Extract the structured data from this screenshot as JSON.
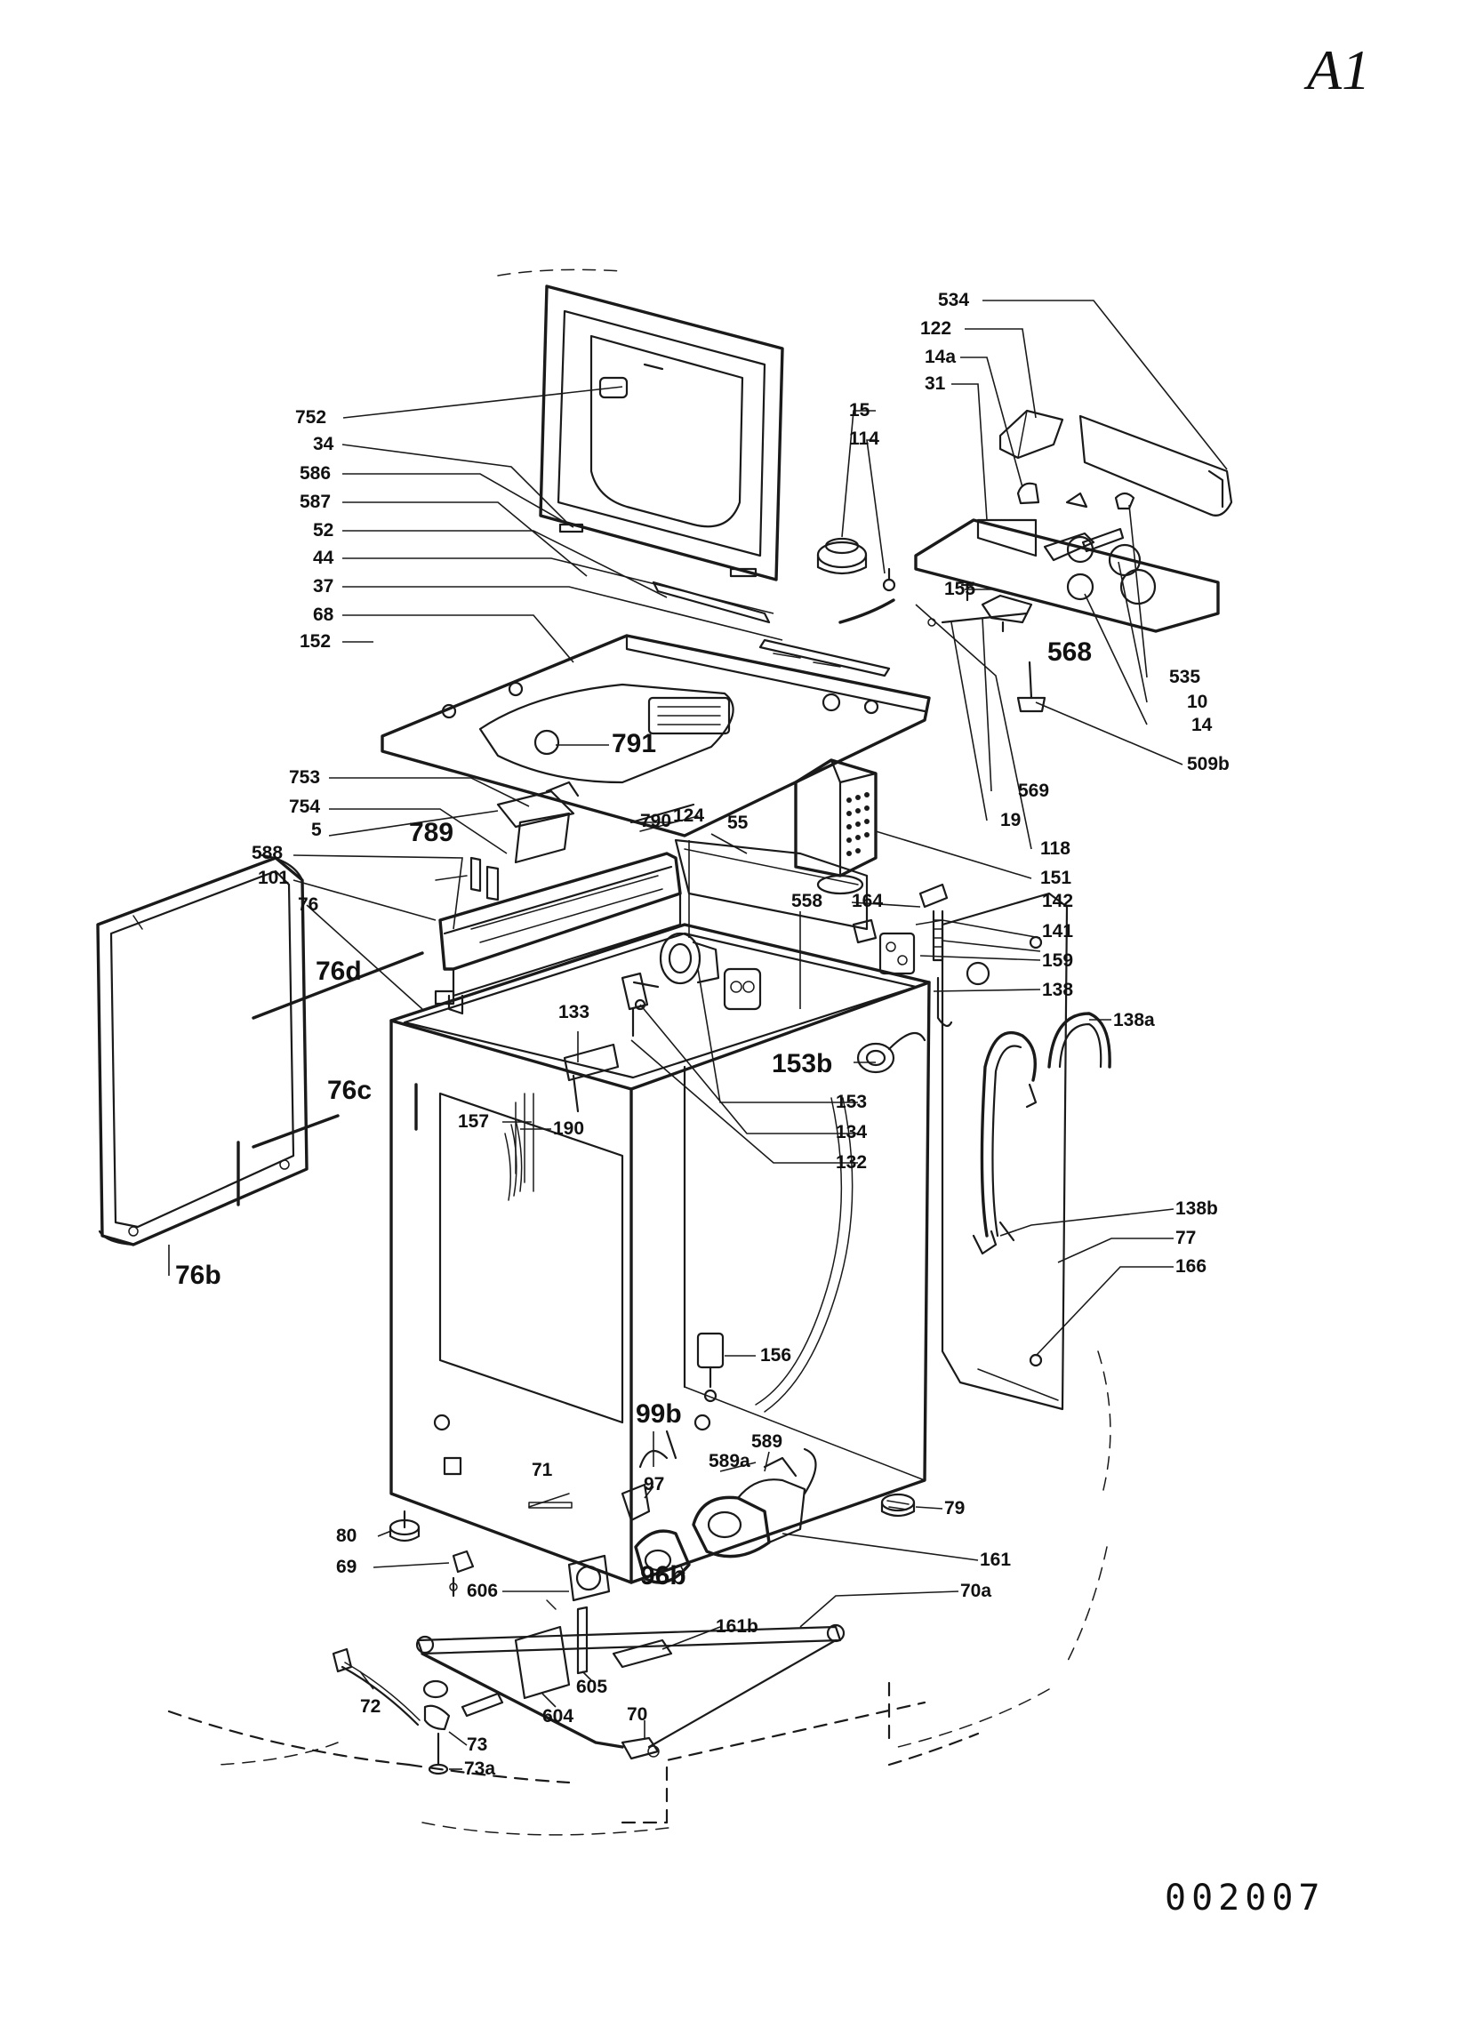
{
  "sheet_id": "A1",
  "document_number": "002007",
  "callouts": [
    {
      "id": "c534",
      "text": "534"
    },
    {
      "id": "c122",
      "text": "122"
    },
    {
      "id": "c14a",
      "text": "14a"
    },
    {
      "id": "c31",
      "text": "31"
    },
    {
      "id": "c15",
      "text": "15"
    },
    {
      "id": "c114",
      "text": "114"
    },
    {
      "id": "c155",
      "text": "155"
    },
    {
      "id": "c568",
      "text": "568"
    },
    {
      "id": "c535",
      "text": "535"
    },
    {
      "id": "c10",
      "text": "10"
    },
    {
      "id": "c14",
      "text": "14"
    },
    {
      "id": "c509b",
      "text": "509b"
    },
    {
      "id": "c569",
      "text": "569"
    },
    {
      "id": "c19",
      "text": "19"
    },
    {
      "id": "c118",
      "text": "118"
    },
    {
      "id": "c151",
      "text": "151"
    },
    {
      "id": "c752",
      "text": "752"
    },
    {
      "id": "c34",
      "text": "34"
    },
    {
      "id": "c586",
      "text": "586"
    },
    {
      "id": "c587",
      "text": "587"
    },
    {
      "id": "c52",
      "text": "52"
    },
    {
      "id": "c44",
      "text": "44"
    },
    {
      "id": "c37",
      "text": "37"
    },
    {
      "id": "c68",
      "text": "68"
    },
    {
      "id": "c152",
      "text": "152"
    },
    {
      "id": "c791",
      "text": "791"
    },
    {
      "id": "c753",
      "text": "753"
    },
    {
      "id": "c754",
      "text": "754"
    },
    {
      "id": "c5",
      "text": "5"
    },
    {
      "id": "c789",
      "text": "789"
    },
    {
      "id": "c790",
      "text": "790"
    },
    {
      "id": "c124",
      "text": "124"
    },
    {
      "id": "c55",
      "text": "55"
    },
    {
      "id": "c588",
      "text": "588"
    },
    {
      "id": "c101",
      "text": "101"
    },
    {
      "id": "c76",
      "text": "76"
    },
    {
      "id": "c76d",
      "text": "76d"
    },
    {
      "id": "c76c",
      "text": "76c"
    },
    {
      "id": "c76b",
      "text": "76b"
    },
    {
      "id": "c558",
      "text": "558"
    },
    {
      "id": "c164",
      "text": "164"
    },
    {
      "id": "c142",
      "text": "142"
    },
    {
      "id": "c141",
      "text": "141"
    },
    {
      "id": "c159",
      "text": "159"
    },
    {
      "id": "c138",
      "text": "138"
    },
    {
      "id": "c138a",
      "text": "138a"
    },
    {
      "id": "c133",
      "text": "133"
    },
    {
      "id": "c153b",
      "text": "153b"
    },
    {
      "id": "c153",
      "text": "153"
    },
    {
      "id": "c134",
      "text": "134"
    },
    {
      "id": "c132",
      "text": "132"
    },
    {
      "id": "c157",
      "text": "157"
    },
    {
      "id": "c190",
      "text": "190"
    },
    {
      "id": "c138b",
      "text": "138b"
    },
    {
      "id": "c77",
      "text": "77"
    },
    {
      "id": "c166",
      "text": "166"
    },
    {
      "id": "c156",
      "text": "156"
    },
    {
      "id": "c99b",
      "text": "99b"
    },
    {
      "id": "c589",
      "text": "589"
    },
    {
      "id": "c589a",
      "text": "589a"
    },
    {
      "id": "c97",
      "text": "97"
    },
    {
      "id": "c71",
      "text": "71"
    },
    {
      "id": "c79",
      "text": "79"
    },
    {
      "id": "c80",
      "text": "80"
    },
    {
      "id": "c69",
      "text": "69"
    },
    {
      "id": "c161",
      "text": "161"
    },
    {
      "id": "c96b",
      "text": "96b"
    },
    {
      "id": "c70a",
      "text": "70a"
    },
    {
      "id": "c606",
      "text": "606"
    },
    {
      "id": "c161b",
      "text": "161b"
    },
    {
      "id": "c605",
      "text": "605"
    },
    {
      "id": "c604",
      "text": "604"
    },
    {
      "id": "c72",
      "text": "72"
    },
    {
      "id": "c73",
      "text": "73"
    },
    {
      "id": "c73a",
      "text": "73a"
    },
    {
      "id": "c70",
      "text": "70"
    }
  ]
}
